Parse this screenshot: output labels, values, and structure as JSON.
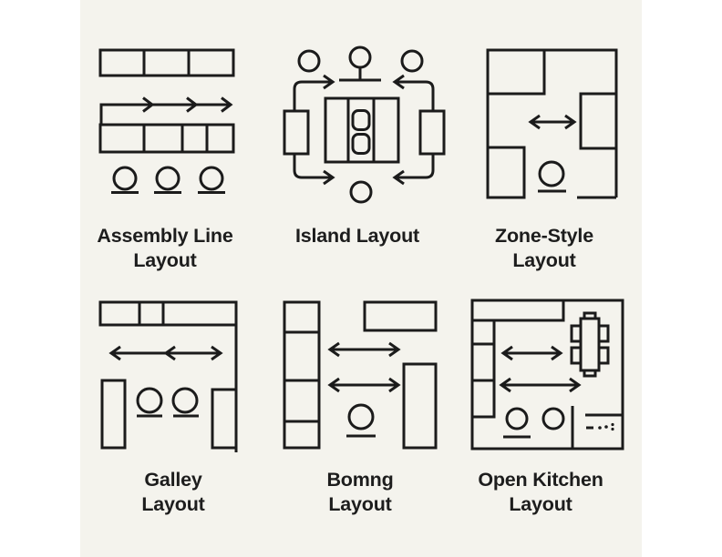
{
  "title": "Kitchen layout diagrams",
  "colors": {
    "page": "#ffffff",
    "paper": "#f4f3ed",
    "line": "#1b1b1b",
    "text": "#1d1d1d"
  },
  "panels": [
    {
      "id": "assembly-line",
      "label_lines": [
        "Assembly Line",
        "Layout"
      ],
      "icons": [
        "counter-3-section",
        "flow-arrow-right",
        "counter-4-section",
        "person-icon",
        "person-icon",
        "person-icon"
      ]
    },
    {
      "id": "island",
      "label_lines": [
        "Island Layout",
        ""
      ],
      "icons": [
        "person-icon",
        "person-icon",
        "person-icon",
        "person-icon",
        "island-cooktop",
        "side-counter",
        "side-counter",
        "curved-arrow",
        "curved-arrow",
        "curved-arrow",
        "curved-arrow"
      ]
    },
    {
      "id": "zone-style",
      "label_lines": [
        "Zone-Style",
        "Layout"
      ],
      "icons": [
        "room-walls",
        "zone-counter",
        "zone-counter",
        "zone-counter",
        "double-arrow",
        "person-icon"
      ]
    },
    {
      "id": "galley",
      "label_lines": [
        "Galley",
        "Layout"
      ],
      "icons": [
        "counter-3-section",
        "wall",
        "double-arrow",
        "side-counter",
        "side-counter",
        "person-icon",
        "person-icon"
      ]
    },
    {
      "id": "bomng",
      "label_lines": [
        "Bomng",
        "Layout"
      ],
      "icons": [
        "counter-column-4-section",
        "top-counter",
        "side-counter",
        "double-arrow",
        "double-arrow",
        "person-icon"
      ]
    },
    {
      "id": "open-kitchen",
      "label_lines": [
        "Open Kitchen",
        "Layout"
      ],
      "icons": [
        "room-walls",
        "l-shaped-counter",
        "dining-table-icon",
        "double-arrow",
        "double-arrow",
        "person-icon",
        "person-icon",
        "partition-wall",
        "nook-marks"
      ]
    }
  ]
}
